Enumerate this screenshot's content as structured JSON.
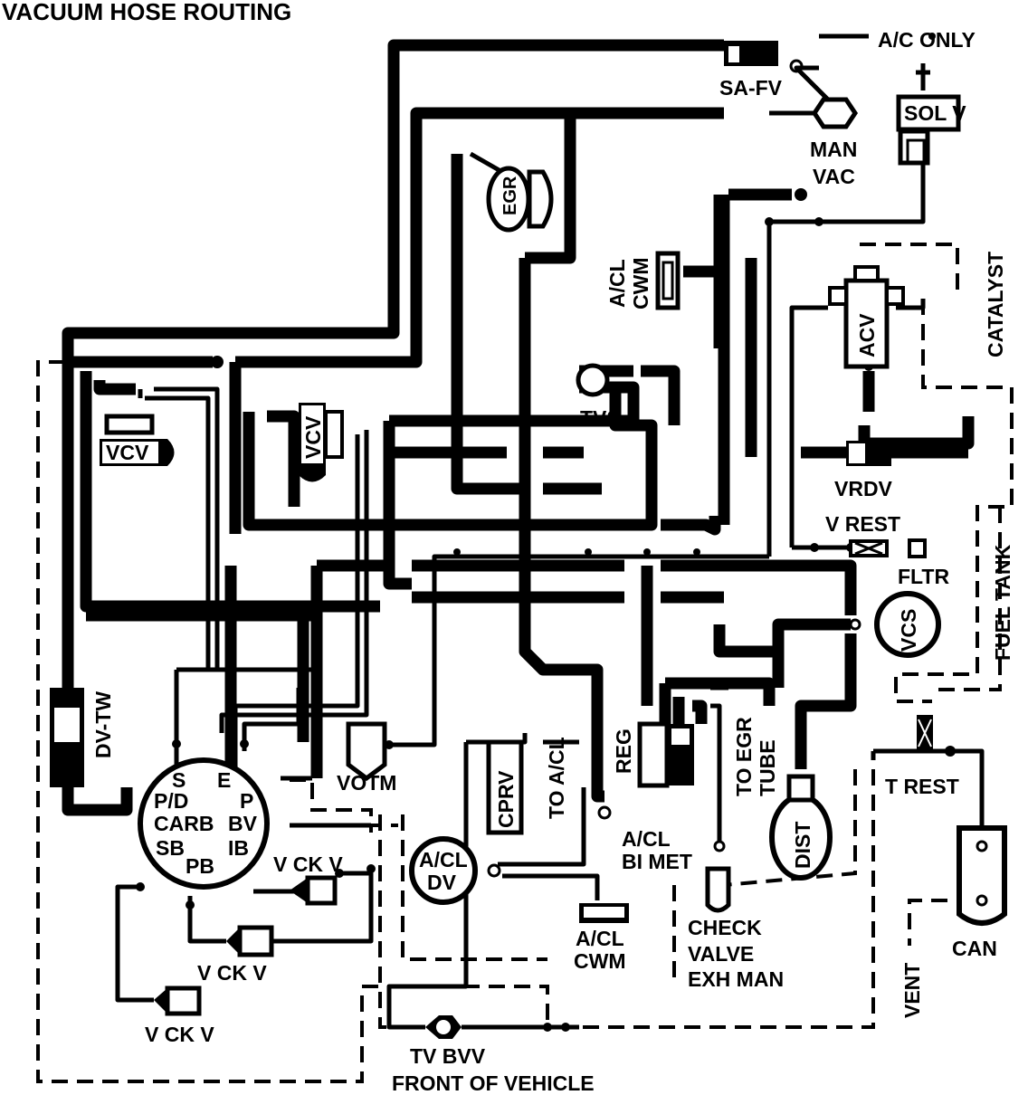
{
  "title": "VACUUM HOSE ROUTING",
  "labels": {
    "ac_only": "A/C ONLY",
    "sa_fv": "SA-FV",
    "sol_v": "SOL V",
    "man_vac_1": "MAN",
    "man_vac_2": "VAC",
    "egr": "EGR",
    "catalyst": "CATALYST",
    "acl_cwm_top_1": "A/CL",
    "acl_cwm_top_2": "CWM",
    "acv": "ACV",
    "tvs": "TVS",
    "vcv_left": "VCV",
    "vcv_mid": "VCV",
    "vrdv": "VRDV",
    "v_rest": "V REST",
    "fltr": "FLTR",
    "fuel_tank": "FUEL TANK",
    "vcs": "VCS",
    "dv_tw": "DV-TW",
    "votm": "VOTM",
    "cprv": "CPRV",
    "to_acl": "TO A/CL",
    "reg": "REG",
    "to_egr_tube_1": "TO EGR",
    "to_egr_tube_2": "TUBE",
    "dist": "DIST",
    "t_rest": "T REST",
    "acl_bimet_1": "A/CL",
    "acl_bimet_2": "BI MET",
    "acl_dv_1": "A/CL",
    "acl_dv_2": "DV",
    "acl_cwm_bot_1": "A/CL",
    "acl_cwm_bot_2": "CWM",
    "check_valve_1": "CHECK",
    "check_valve_2": "VALVE",
    "check_valve_3": "EXH MAN",
    "can": "CAN",
    "vent": "VENT",
    "v_ck_v_1": "V CK V",
    "v_ck_v_2": "V CK V",
    "v_ck_v_3": "V CK V",
    "tv_bvv": "TV BVV",
    "front_of_vehicle": "FRONT OF VEHICLE"
  },
  "carb_ports": {
    "s": "S",
    "e": "E",
    "p": "P",
    "pd": "P/D",
    "carb": "CARB",
    "bv": "BV",
    "sb": "SB",
    "ib": "IB",
    "pb": "PB"
  }
}
